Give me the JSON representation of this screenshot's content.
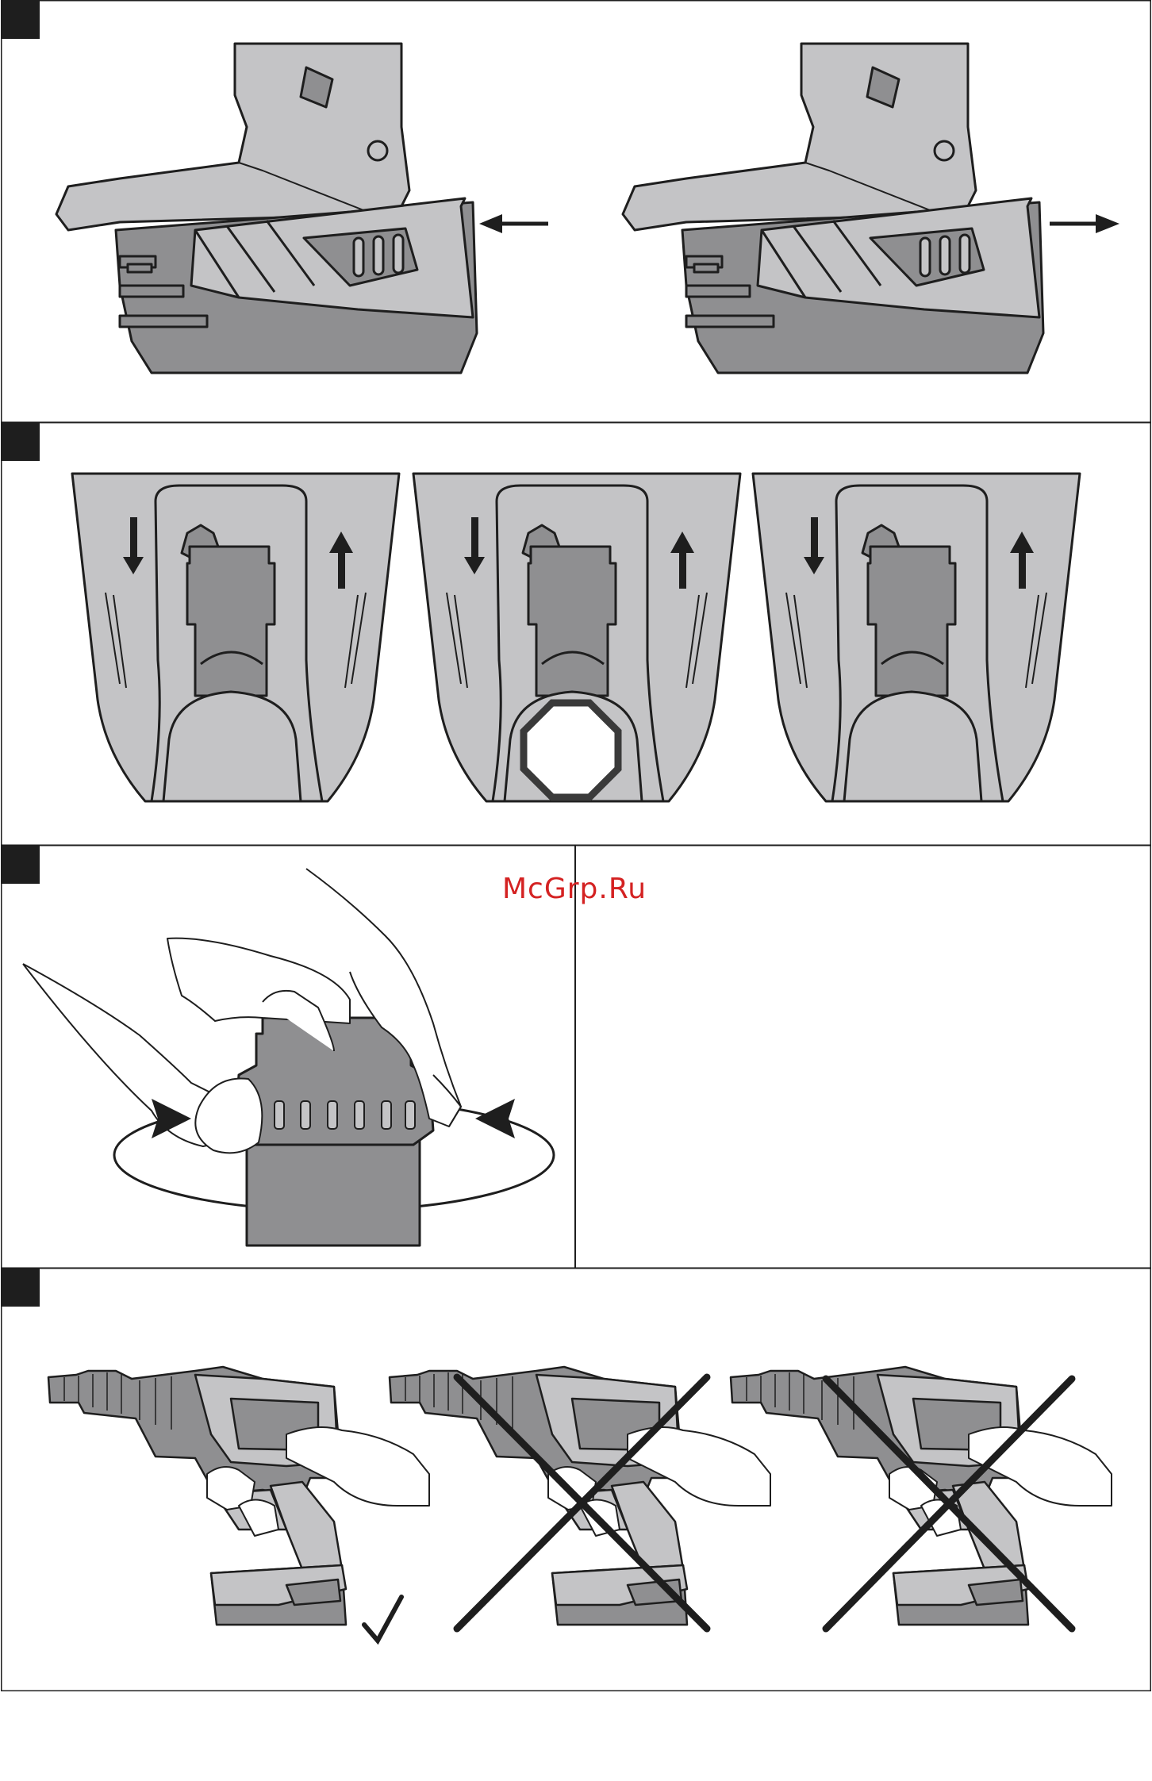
{
  "watermark": {
    "text": "McGrp.Ru",
    "color": "#d42222"
  },
  "colors": {
    "body_light": "#c4c4c6",
    "body_dark": "#8f8f91",
    "stroke": "#1e1e1e",
    "paper": "#ffffff"
  },
  "figures": [
    {
      "id": 1,
      "subject": "battery-removal",
      "icons": [
        "arrow-left-icon",
        "arrow-right-icon"
      ]
    },
    {
      "id": 2,
      "subject": "chuck-positions",
      "icons": [
        "arrow-down-icon",
        "arrow-up-icon",
        "octagon-icon"
      ]
    },
    {
      "id": 3,
      "subject": "chuck-rotation",
      "icons": [
        "hand-icon",
        "rotation-ellipse-icon",
        "arrow-icon"
      ]
    },
    {
      "id": 4,
      "subject": "grip",
      "icons": [
        "check-mark-icon",
        "cross-icon"
      ]
    }
  ]
}
